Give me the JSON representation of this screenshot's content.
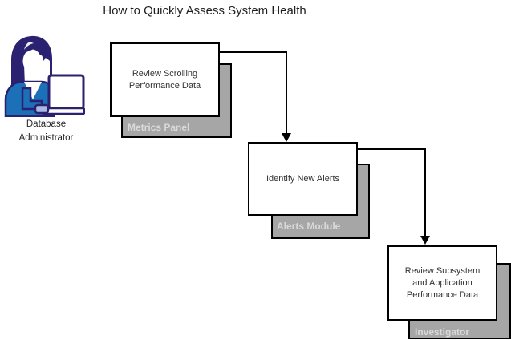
{
  "title": "How to Quickly Assess System Health",
  "actor": {
    "icon": "database-administrator-at-laptop-icon",
    "label_lines": [
      "Database",
      "Administrator"
    ]
  },
  "steps": [
    {
      "lines": [
        "Review Scrolling",
        "Performance Data"
      ],
      "tag": "Metrics Panel"
    },
    {
      "lines": [
        "Identify New Alerts"
      ],
      "tag": "Alerts Module"
    },
    {
      "lines": [
        "Review Subsystem",
        "and Application",
        "Performance Data"
      ],
      "tag": "Investigator"
    }
  ],
  "colors": {
    "shadow_gray": "#A6A6A6",
    "tag_text": "#D9D9D9",
    "box_fill": "#FFFFFF",
    "box_border": "#000000",
    "connector": "#000000",
    "title_text": "#1F1F1F",
    "body_text": "#333333",
    "icon_indigo": "#2B2171",
    "icon_blue": "#1B70B8",
    "icon_light_blue": "#A9B9E2"
  }
}
